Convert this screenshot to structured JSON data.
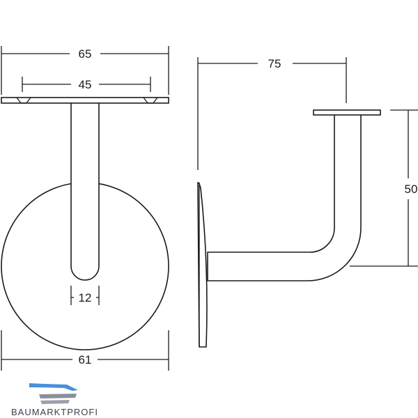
{
  "dimensions": {
    "plate_width": "65",
    "hole_spacing": "45",
    "slot_width": "12",
    "disc_diameter": "61",
    "projection": "75",
    "height": "50"
  },
  "logo": {
    "text": "BAUMARKTPROFI",
    "accent_color": "#4a90d9",
    "dark_color": "#3a3f4a"
  },
  "colors": {
    "line": "#1a1a1a",
    "background": "#ffffff"
  }
}
